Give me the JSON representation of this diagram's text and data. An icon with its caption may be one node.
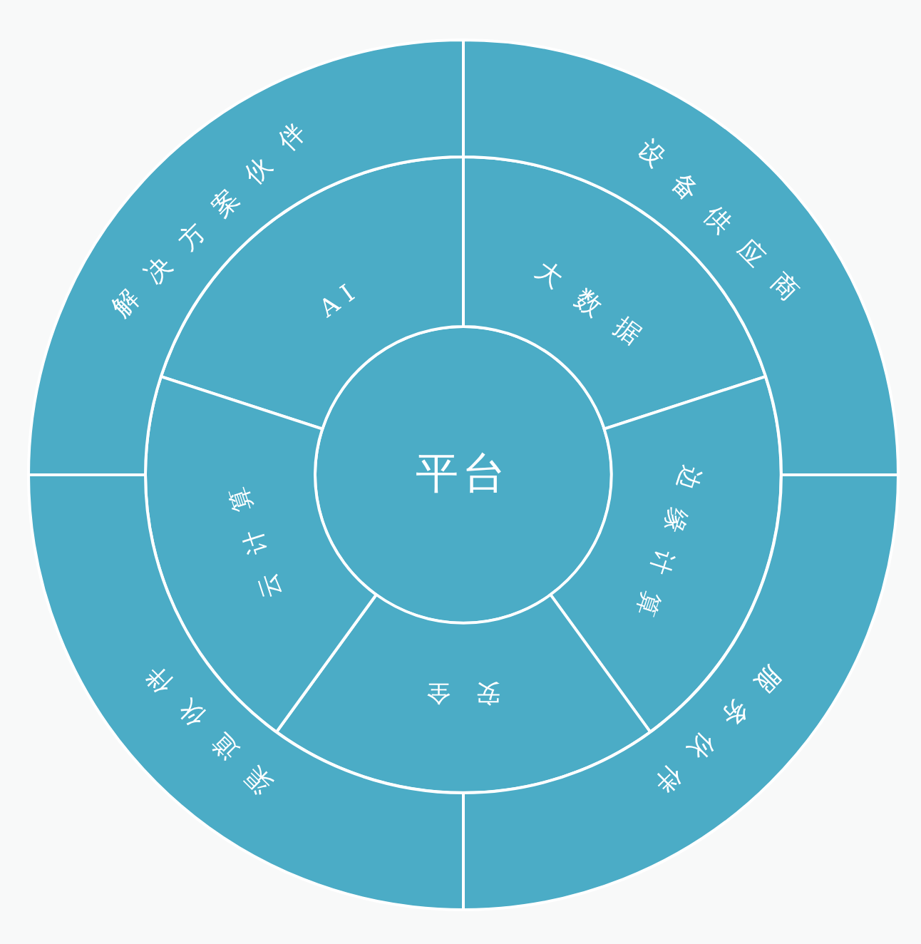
{
  "diagram": {
    "nodes": [
      {
        "text": [
          "平台"
        ]
      },
      {
        "text": [
          "AI"
        ]
      },
      {
        "text": [
          "大数据"
        ]
      },
      {
        "text": [
          "边缘计算"
        ]
      },
      {
        "text": [
          "安全"
        ]
      },
      {
        "text": [
          "云计算"
        ]
      },
      {
        "text": [
          "解决方案伙伴"
        ]
      },
      {
        "text": [
          "设备供应商"
        ]
      },
      {
        "text": [
          "服务伙伴"
        ]
      },
      {
        "text": [
          "渠道伙伴"
        ]
      }
    ]
  }
}
